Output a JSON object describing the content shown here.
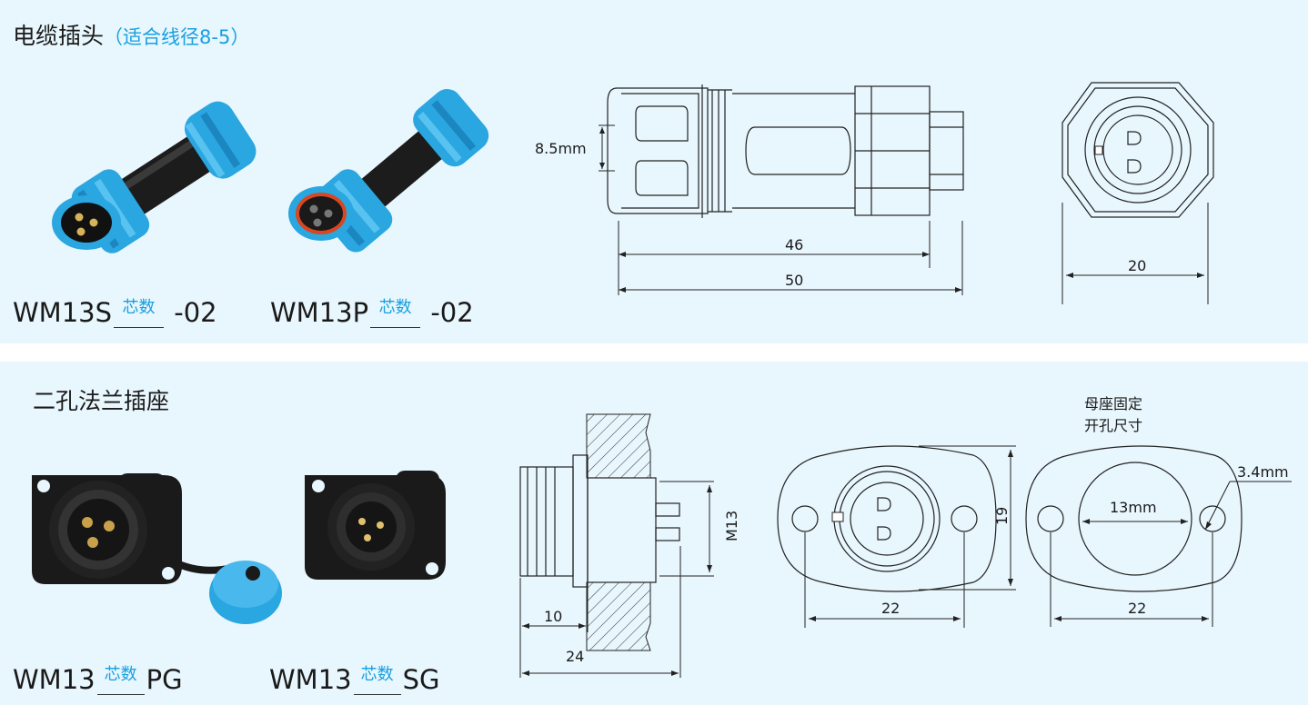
{
  "section1": {
    "title_main": "电缆插头",
    "title_sub": "（适合线径8-5）",
    "models": [
      {
        "prefix": "WM13S",
        "blank": "芯数",
        "suffix": "-02"
      },
      {
        "prefix": "WM13P",
        "blank": "芯数",
        "suffix": "-02"
      }
    ],
    "dims": {
      "height": "8.5mm",
      "len_inner": "46",
      "len_total": "50",
      "diameter": "20"
    }
  },
  "section2": {
    "title_main": "二孔法兰插座",
    "models": [
      {
        "prefix": "WM13",
        "blank": "芯数",
        "suffix": "PG"
      },
      {
        "prefix": "WM13",
        "blank": "芯数",
        "suffix": "SG"
      }
    ],
    "dims": {
      "m13": "M13",
      "d10": "10",
      "d24": "24",
      "d19": "19",
      "d22a": "22",
      "d22b": "22",
      "hole": "13mm",
      "small_hole": "3.4mm",
      "note_line1": "母座固定",
      "note_line2": "开孔尺寸"
    }
  },
  "colors": {
    "background": "#e8f6fd",
    "accent": "#19a0e0",
    "connector_blue": "#2aa6e0",
    "connector_body": "#1c1c1c"
  }
}
